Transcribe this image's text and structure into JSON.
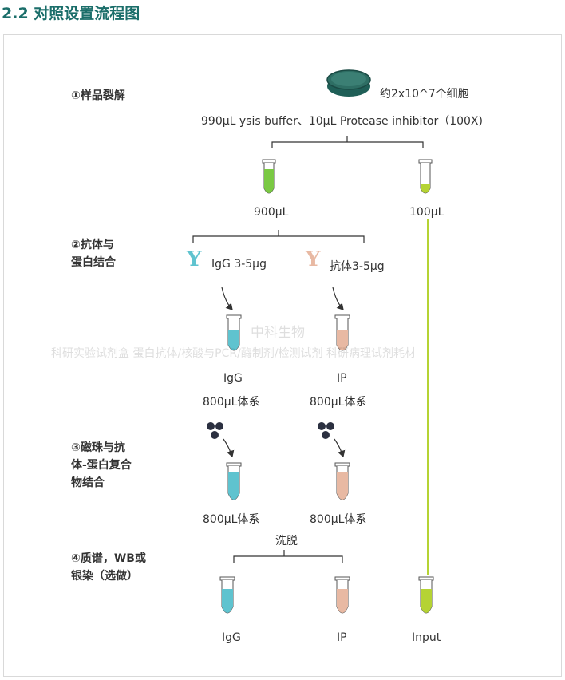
{
  "header": {
    "title": "2.2 对照设置流程图"
  },
  "steps": {
    "s1": "①样品裂解",
    "s2": [
      "②抗体与",
      "蛋白结合"
    ],
    "s3": [
      "③磁珠与抗",
      "体-蛋白复合",
      "物结合"
    ],
    "s4": [
      "④质谱，WB或",
      "银染（选做）"
    ]
  },
  "top": {
    "cells": "约2x10^7个细胞",
    "buffer": "990μL ysis buffer、10μL Protease inhibitor（100X)"
  },
  "volumes": {
    "v900": "900μL",
    "v100": "100μL"
  },
  "antibodies": {
    "igg": "IgG 3-5μg",
    "ab": "抗体3-5μg"
  },
  "tubes": {
    "igg": "IgG",
    "ip": "IP",
    "system1_left": "800μL体系",
    "system1_right": "800μL体系",
    "system2_left": "800μL体系",
    "system2_right": "800μL体系",
    "elute": "洗脱",
    "final_igg": "IgG",
    "final_ip": "IP",
    "final_input": "Input"
  },
  "watermark": {
    "company": "中科生物",
    "line": "科研实验试剂盒   蛋白抗体/核酸与PCR/酶制剂/检测试剂   科研病理试剂耗材"
  },
  "colors": {
    "title": "#1b6e6a",
    "green": "#7ac943",
    "lime": "#b5d334",
    "teal": "#5fc3cf",
    "peach": "#e8b9a3",
    "dark": "#2b3040"
  }
}
